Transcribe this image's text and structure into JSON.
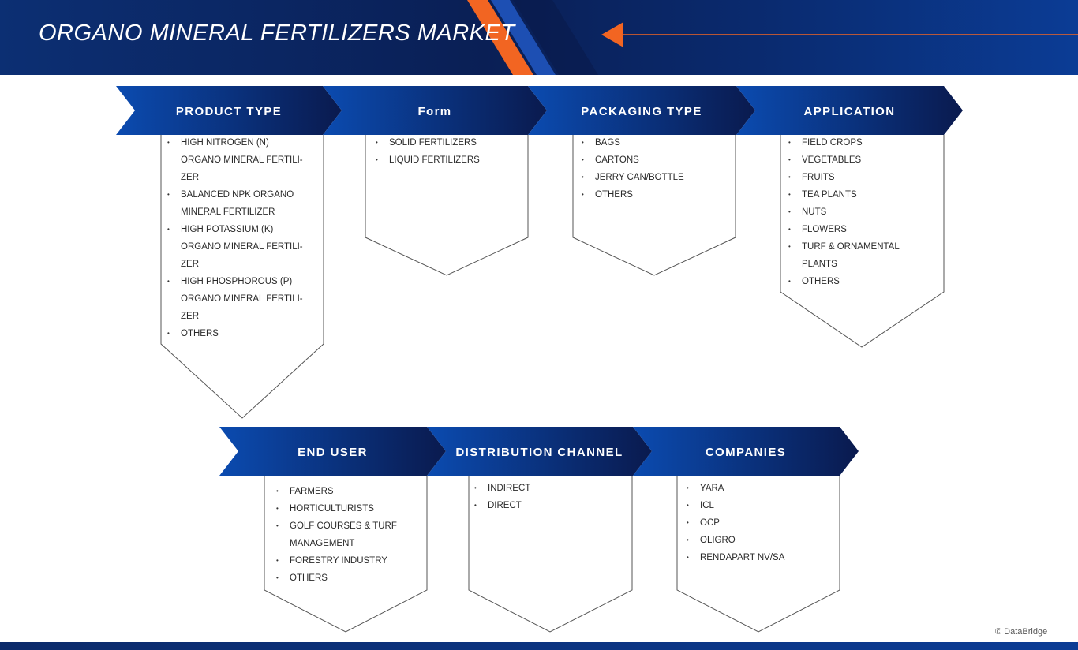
{
  "title": "ORGANO MINERAL FERTILIZERS MARKET",
  "copyright": "© DataBridge",
  "colors": {
    "navy": "#0a1f55",
    "blue": "#0b3c95",
    "accent": "#f26522"
  },
  "segments": [
    {
      "header": "PRODUCT TYPE",
      "items": [
        "HIGH NITROGEN (N)",
        "ORGANO MINERAL FERTILI-",
        "ZER",
        "BALANCED NPK ORGANO",
        "MINERAL FERTILIZER",
        "HIGH POTASSIUM (K)",
        "ORGANO MINERAL FERTILI-",
        "ZER",
        "HIGH PHOSPHOROUS (P)",
        "ORGANO MINERAL FERTILI-",
        "ZER",
        "OTHERS"
      ]
    },
    {
      "header": "Form",
      "items": [
        "SOLID FERTILIZERS",
        "LIQUID FERTILIZERS"
      ]
    },
    {
      "header": "PACKAGING TYPE",
      "items": [
        "BAGS",
        "CARTONS",
        "JERRY CAN/BOTTLE",
        "OTHERS"
      ]
    },
    {
      "header": "APPLICATION",
      "items": [
        "FIELD CROPS",
        "VEGETABLES",
        "FRUITS",
        "TEA PLANTS",
        "NUTS",
        "FLOWERS",
        "TURF & ORNAMENTAL",
        "PLANTS",
        "OTHERS"
      ]
    },
    {
      "header": "END USER",
      "items": [
        "FARMERS",
        "HORTICULTURISTS",
        "GOLF COURSES & TURF",
        "MANAGEMENT",
        "FORESTRY INDUSTRY",
        "OTHERS"
      ]
    },
    {
      "header": "DISTRIBUTION CHANNEL",
      "items": [
        "INDIRECT",
        "DIRECT"
      ]
    },
    {
      "header": "COMPANIES",
      "items": [
        "YARA",
        "ICL",
        "OCP",
        "OLIGRO",
        "RENDAPART NV/SA"
      ]
    }
  ]
}
